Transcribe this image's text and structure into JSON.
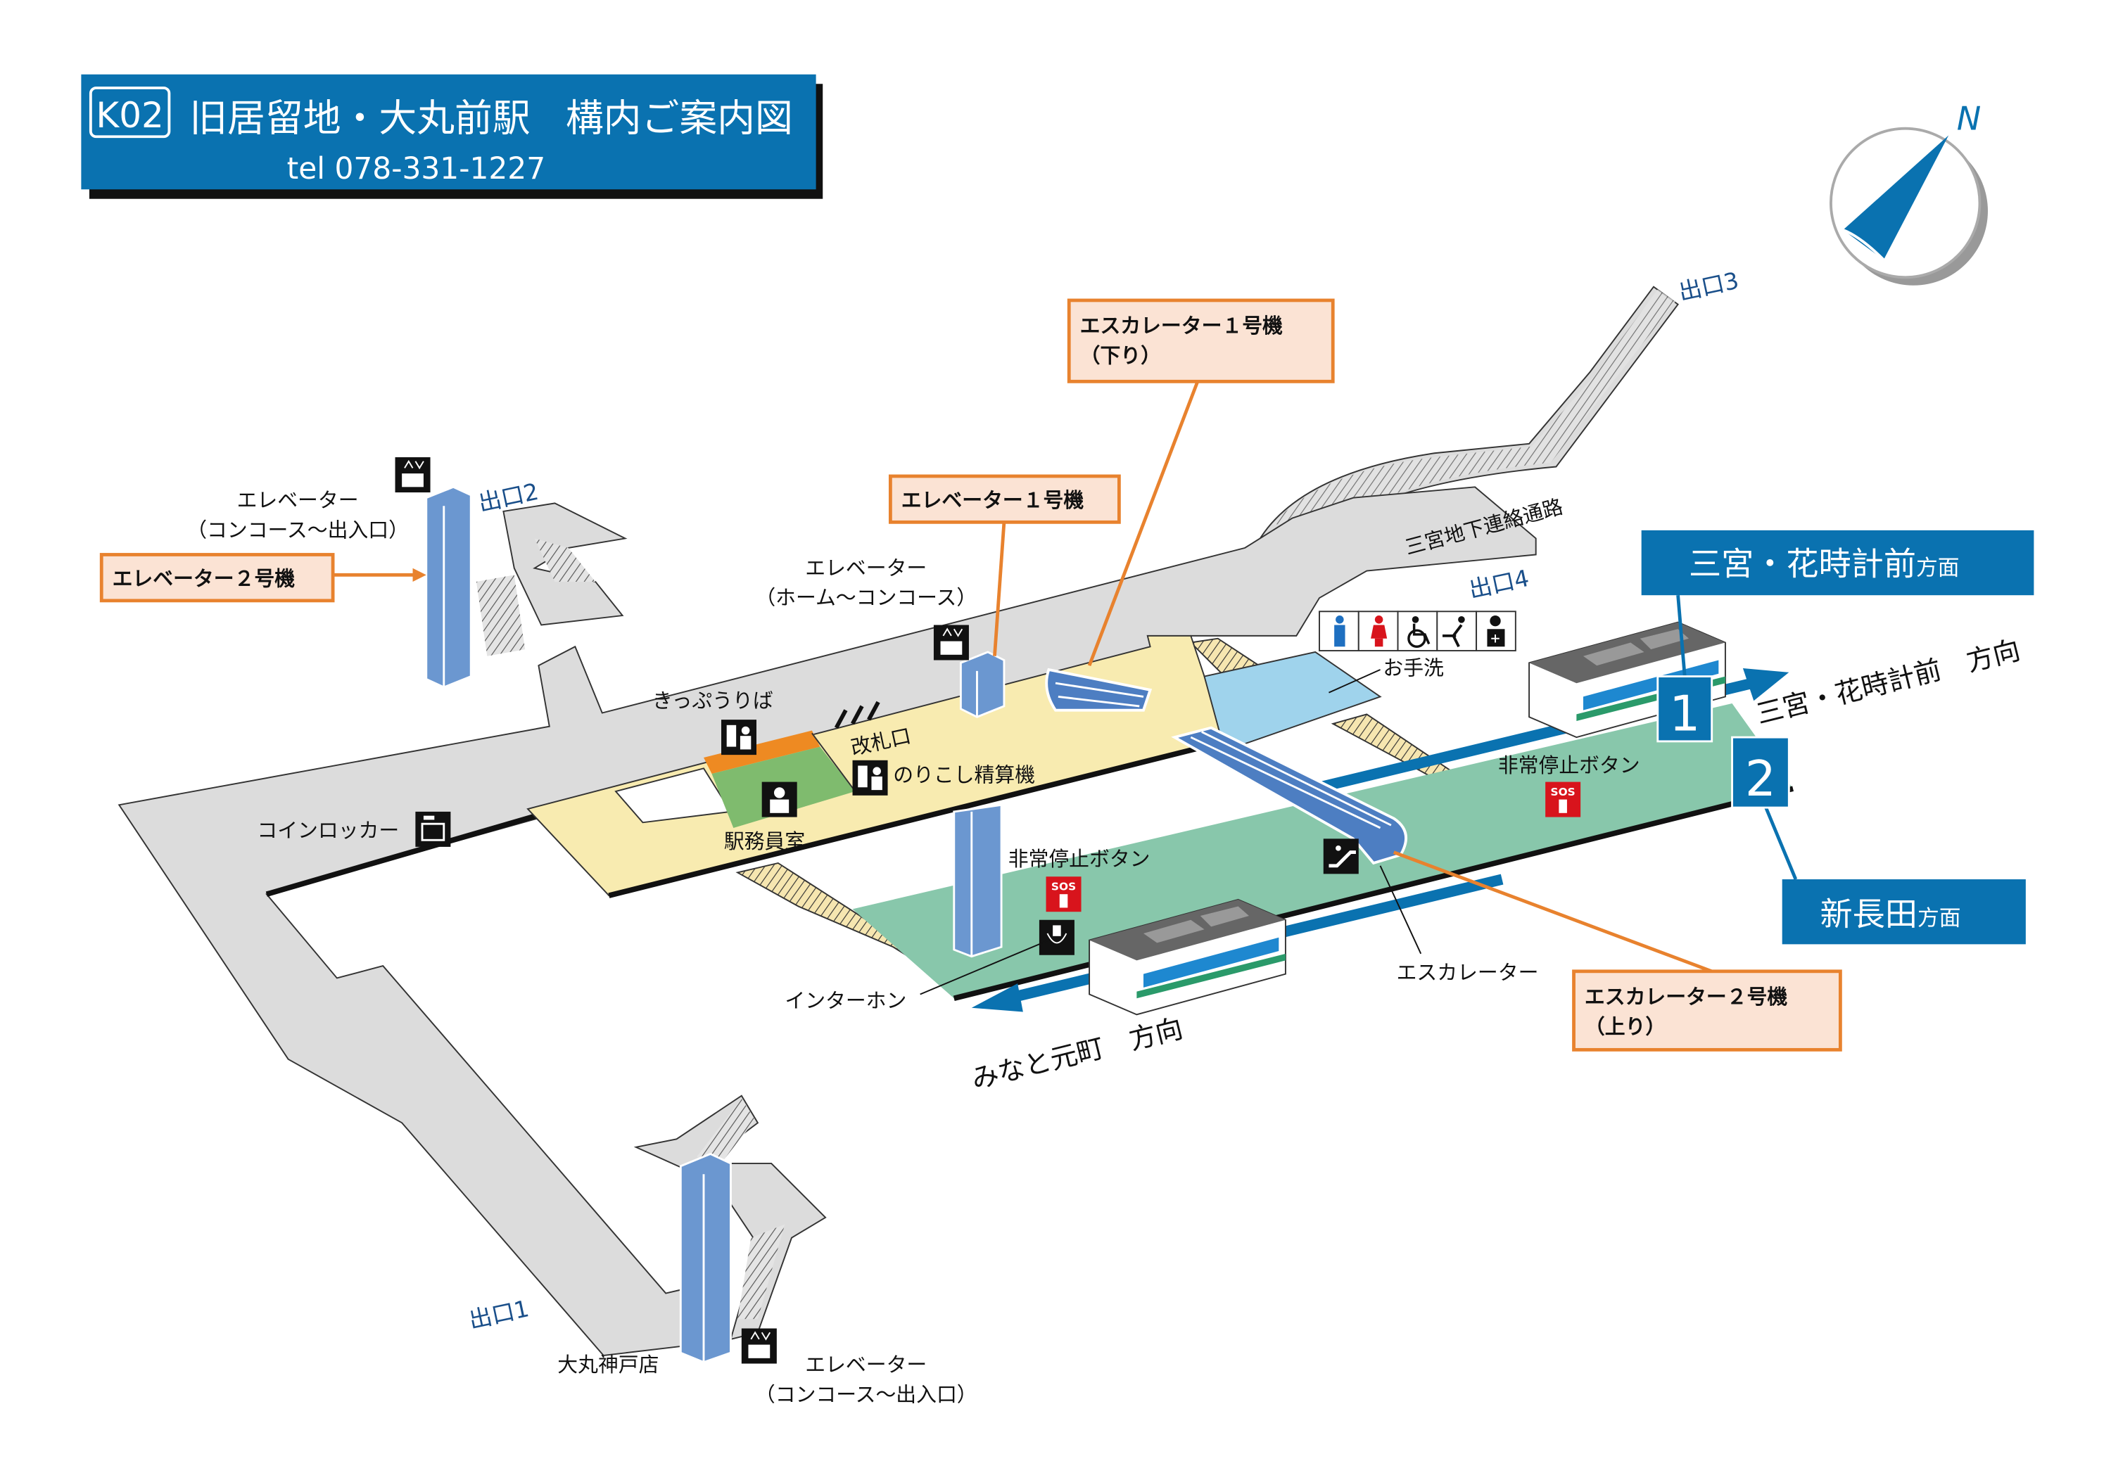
{
  "header": {
    "station_code": "K02",
    "station_name": "旧居留地・大丸前駅",
    "map_title": "構内ご案内図",
    "tel": "tel 078-331-1227"
  },
  "compass": {
    "north_label": "N"
  },
  "colors": {
    "brand_blue": "#0a72b0",
    "concourse": "#f8ebb0",
    "platform": "#88c7ab",
    "corridor": "#dcdcdc",
    "elevator": "#6b97d0",
    "callout_border": "#e8822e",
    "callout_fill": "#fbe3d4",
    "toilet": "#9fd3ec",
    "ticket_area": "#ee8a22",
    "station_office": "#7fbb6e"
  },
  "exits": {
    "exit1": "出口1",
    "exit2": "出口2",
    "exit3": "出口3",
    "exit4": "出口4"
  },
  "callouts": {
    "escalator1": {
      "line1": "エスカレーター１号機",
      "line2": "（下り）"
    },
    "elevator1": "エレベーター１号機",
    "elevator2": "エレベーター２号機",
    "escalator2": {
      "line1": "エスカレーター２号機",
      "line2": "（上り）"
    }
  },
  "directions": {
    "sannomiya_box": {
      "main": "三宮・花時計前",
      "suffix": "方面"
    },
    "shinnagata_box": {
      "main": "新長田",
      "suffix": "方面"
    },
    "sannomiya_arrow": "三宮・花時計前　方向",
    "minatomotomachi_arrow": "みなと元町　方向"
  },
  "platforms": {
    "track1": "1",
    "track2": "2"
  },
  "labels": {
    "elevator_exit2": {
      "line1": "エレベーター",
      "line2": "（コンコース～出入口）"
    },
    "elevator_platform": {
      "line1": "エレベーター",
      "line2": "（ホーム～コンコース）"
    },
    "elevator_exit1": {
      "line1": "エレベーター",
      "line2": "（コンコース～出入口）"
    },
    "ticket_machines": "きっぷうりば",
    "ticket_gate": "改札口",
    "fare_adjustment": "のりこし精算機",
    "station_office": "駅務員室",
    "coin_locker": "コインロッカー",
    "emergency_stop_1": "非常停止ボタン",
    "emergency_stop_2": "非常停止ボタン",
    "intercom": "インターホン",
    "escalator": "エスカレーター",
    "restroom": "お手洗",
    "underground_passage": "三宮地下連絡通路",
    "daimaru": "大丸神戸店",
    "sos": "SOS"
  },
  "icons": [
    "elevator-icon",
    "ticket-machine-icon",
    "fare-adjustment-icon",
    "station-staff-icon",
    "coin-locker-icon",
    "sos-button-icon",
    "intercom-icon",
    "escalator-icon",
    "men-toilet-icon",
    "women-toilet-icon",
    "wheelchair-icon",
    "baby-changing-icon",
    "ostomate-icon",
    "compass-icon",
    "train-icon"
  ]
}
